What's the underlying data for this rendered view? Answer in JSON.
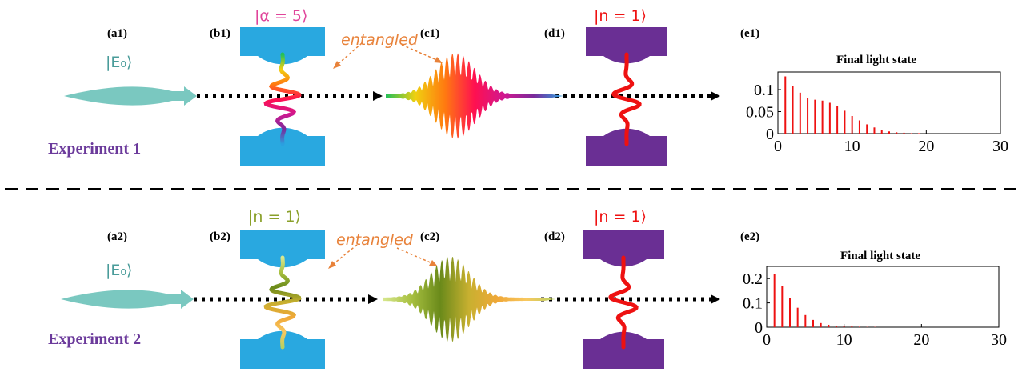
{
  "separator": true,
  "experiments": [
    {
      "label": "Experiment 1",
      "panels": {
        "a": "(a1)",
        "b": "(b1)",
        "c": "(c1)",
        "d": "(d1)",
        "e": "(e1)"
      },
      "input_state": "|E₀⟩",
      "cavity1_state": "|α = 5⟩",
      "cavity1_state_color": "#e0449a",
      "cavity2_state": "|n = 1⟩",
      "cavity2_state_color": "#ee1111",
      "entangled_label": "entangled",
      "pulse_colors": [
        "#22c05a",
        "#f0d010",
        "#ff7a10",
        "#ff1050",
        "#d01890",
        "#7a2a9a",
        "#2aa0e0"
      ],
      "cavity1_color": "#29a8e0",
      "cavity2_color": "#6a2f94"
    },
    {
      "label": "Experiment 2",
      "panels": {
        "a": "(a2)",
        "b": "(b2)",
        "c": "(c2)",
        "d": "(d2)",
        "e": "(e2)"
      },
      "input_state": "|E₀⟩",
      "cavity1_state": "|n = 1⟩",
      "cavity1_state_color": "#8aa02a",
      "cavity2_state": "|n = 1⟩",
      "cavity2_state_color": "#ee1111",
      "entangled_label": "entangled",
      "pulse_colors": [
        "#d8e890",
        "#a8c040",
        "#6a8a1a",
        "#c8b030",
        "#f0a838",
        "#f8c860",
        "#b8d060"
      ],
      "cavity1_color": "#29a8e0",
      "cavity2_color": "#6a2f94"
    }
  ],
  "chart_data": [
    {
      "type": "bar",
      "title": "Final light state",
      "x": [
        0,
        1,
        2,
        3,
        4,
        5,
        6,
        7,
        8,
        9,
        10,
        11,
        12,
        13,
        14,
        15,
        16,
        17,
        18,
        19,
        20,
        21,
        22,
        23,
        24,
        25,
        26,
        27,
        28,
        29,
        30
      ],
      "values": [
        0.0,
        0.13,
        0.108,
        0.093,
        0.081,
        0.077,
        0.075,
        0.07,
        0.062,
        0.052,
        0.04,
        0.03,
        0.021,
        0.014,
        0.008,
        0.005,
        0.003,
        0.002,
        0.001,
        0.001,
        0.0,
        0,
        0,
        0,
        0,
        0,
        0,
        0,
        0,
        0,
        0
      ],
      "xlim": [
        0,
        30
      ],
      "ylim": [
        0,
        0.14
      ],
      "xticks": [
        "0",
        "10",
        "20",
        "30"
      ],
      "yticks": [
        "0",
        "0.05",
        "0.1"
      ],
      "color": "#ee1111"
    },
    {
      "type": "bar",
      "title": "Final light state",
      "x": [
        0,
        1,
        2,
        3,
        4,
        5,
        6,
        7,
        8,
        9,
        10,
        11,
        12,
        13,
        14,
        15,
        16,
        17,
        18,
        19,
        20,
        21,
        22,
        23,
        24,
        25,
        26,
        27,
        28,
        29,
        30
      ],
      "values": [
        0.0,
        0.22,
        0.17,
        0.12,
        0.08,
        0.05,
        0.03,
        0.017,
        0.01,
        0.006,
        0.004,
        0.003,
        0.002,
        0.001,
        0.001,
        0,
        0,
        0,
        0,
        0,
        0,
        0,
        0,
        0,
        0,
        0,
        0,
        0,
        0,
        0,
        0
      ],
      "xlim": [
        0,
        30
      ],
      "ylim": [
        0,
        0.25
      ],
      "xticks": [
        "0",
        "10",
        "20",
        "30"
      ],
      "yticks": [
        "0",
        "0.1",
        "0.2"
      ],
      "color": "#ee1111"
    }
  ]
}
